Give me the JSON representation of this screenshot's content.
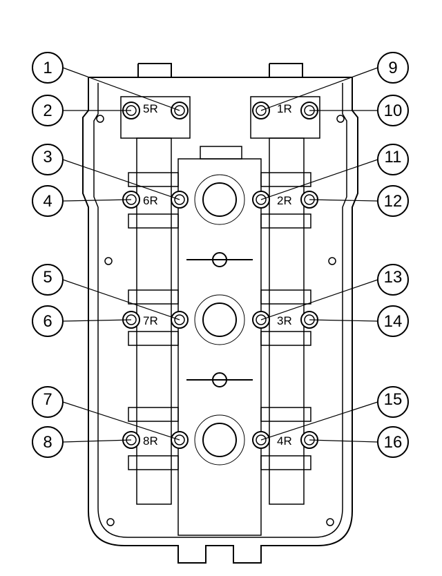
{
  "callouts": [
    "1",
    "2",
    "3",
    "4",
    "5",
    "6",
    "7",
    "8",
    "9",
    "10",
    "11",
    "12",
    "13",
    "14",
    "15",
    "16"
  ],
  "cap_labels": [
    "5R",
    "6R",
    "7R",
    "8R",
    "1R",
    "2R",
    "3R",
    "4R"
  ],
  "colors": {
    "stroke": "#000000",
    "background": "#ffffff"
  }
}
